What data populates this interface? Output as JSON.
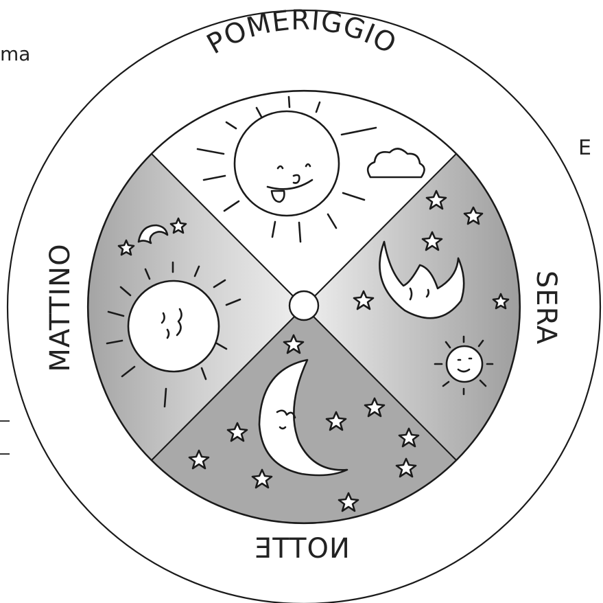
{
  "margin_fragments": {
    "left_top": "ma",
    "right_mid": "E"
  },
  "wheel": {
    "labels": {
      "top": "POMERIGGIO",
      "right": "SERA",
      "bottom": "NOTTE",
      "left": "MATTINO"
    },
    "sectors": [
      {
        "name": "pomeriggio",
        "icon": "smiling-sun-with-cloud",
        "shade": "light"
      },
      {
        "name": "sera",
        "icon": "crescent-moon-with-stars-and-small-sun",
        "shade": "gradient"
      },
      {
        "name": "notte",
        "icon": "crescent-moon-with-stars",
        "shade": "dark"
      },
      {
        "name": "mattino",
        "icon": "sleepy-sun-with-moon-and-stars",
        "shade": "gradient"
      }
    ],
    "colors": {
      "dark_sector": "#a9a9a9",
      "light_sector": "#ffffff",
      "outline": "#1a1a1a"
    }
  }
}
